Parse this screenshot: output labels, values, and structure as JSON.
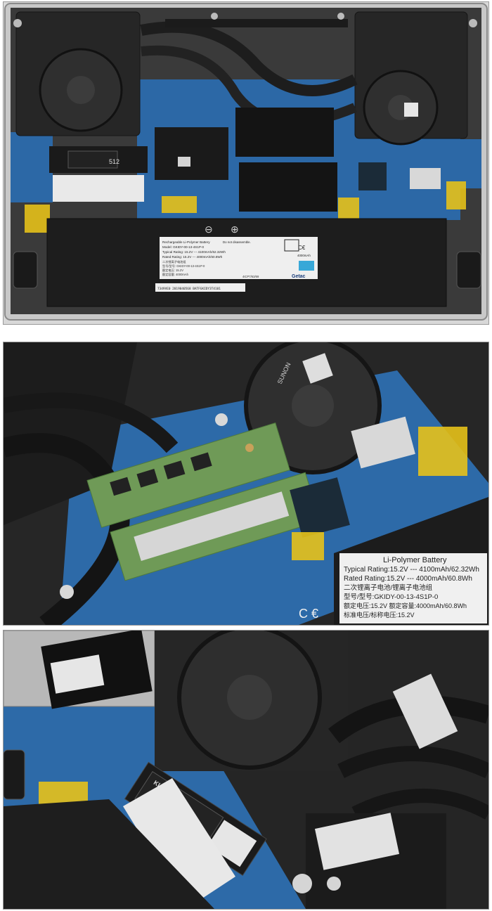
{
  "battery_label": {
    "lines": [
      "Rechargeable Li-Polymer Battery",
      "Model: GKIDY-00-13-4S1P-0",
      "Typical Rating: 15.2V --- 4100mAh/62.32Wh",
      "Rated Rating: 15.2V --- 4000mAh/60.8Wh"
    ],
    "chinese": [
      "二次锂离子电池组",
      "型号/型号: GKIDY-00-13-4S1P-0",
      "额定电压: 15.2V",
      "额定容量: 4000mAh"
    ],
    "warning": "Do not disassemble.",
    "capacity_badge": "4000mAh",
    "brand": "Getac",
    "serial": "7349VE0 2019040568  BATFGKIDY3T4101",
    "model_code": "4ICP7/63/69"
  },
  "ssd": {
    "capacity": "512",
    "brand": "KLEVV"
  },
  "zoom_label": {
    "lines": [
      "Li-Polymer Battery",
      "Typical Rating:15.2V --- 4100mAh/62.32Wh",
      "Rated Rating:15.2V --- 4000mAh/60.8Wh",
      "二次锂离子电池/锂离子电池组",
      "型号/型号:GKIDY-00-13-4S1P-0",
      "额定电压:15.2V  额定容量:4000mAh/60.8Wh",
      "标准电压/标称电压:15.2V"
    ],
    "corner": "C €"
  },
  "fan_label": "SUNON",
  "colors": {
    "pcb": "#2d6aa8",
    "battery": "#1e1e1e",
    "copper": "#c9a15a",
    "kapton": "#e7c21a",
    "ram": "#6e9a56",
    "chassis": "#c9c9c9"
  }
}
